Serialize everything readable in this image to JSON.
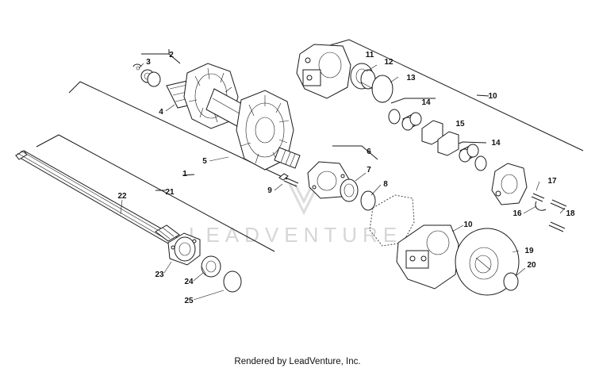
{
  "watermark": "LEADVENTURE",
  "footer_text": "Rendered by LeadVenture, Inc.",
  "callouts": [
    "1",
    "2",
    "3",
    "4",
    "5",
    "6",
    "7",
    "8",
    "9",
    "10",
    "10",
    "11",
    "12",
    "13",
    "14",
    "14",
    "15",
    "16",
    "17",
    "18",
    "19",
    "20",
    "21",
    "22",
    "23",
    "24",
    "25"
  ]
}
